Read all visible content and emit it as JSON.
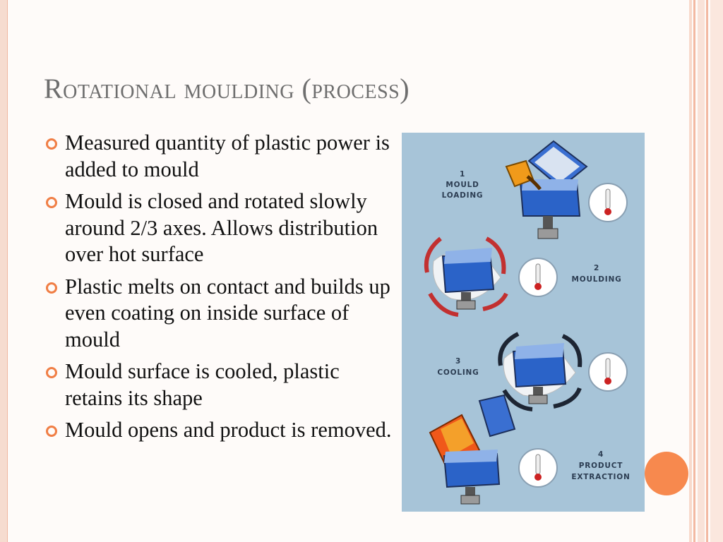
{
  "slide": {
    "title": "Rotational moulding (process)",
    "bullets": [
      "Measured quantity of plastic power is added to mould",
      "Mould is closed and rotated slowly around 2/3 axes. Allows distribution over hot surface",
      "Plastic melts on contact and builds up even coating on inside surface of mould",
      "Mould surface is cooled, plastic retains its shape",
      "Mould opens and product is removed."
    ]
  },
  "diagram": {
    "stages": [
      {
        "number": "1",
        "line1": "MOULD",
        "line2": "LOADING"
      },
      {
        "number": "2",
        "line1": "MOULDING",
        "line2": ""
      },
      {
        "number": "3",
        "line1": "COOLING",
        "line2": ""
      },
      {
        "number": "4",
        "line1": "PRODUCT",
        "line2": "EXTRACTION"
      }
    ]
  },
  "colors": {
    "accent": "#f07e45",
    "title": "#6e6e6e",
    "diagram_bg": "#a7c4d8",
    "mould_blue": "#2b63c8"
  }
}
